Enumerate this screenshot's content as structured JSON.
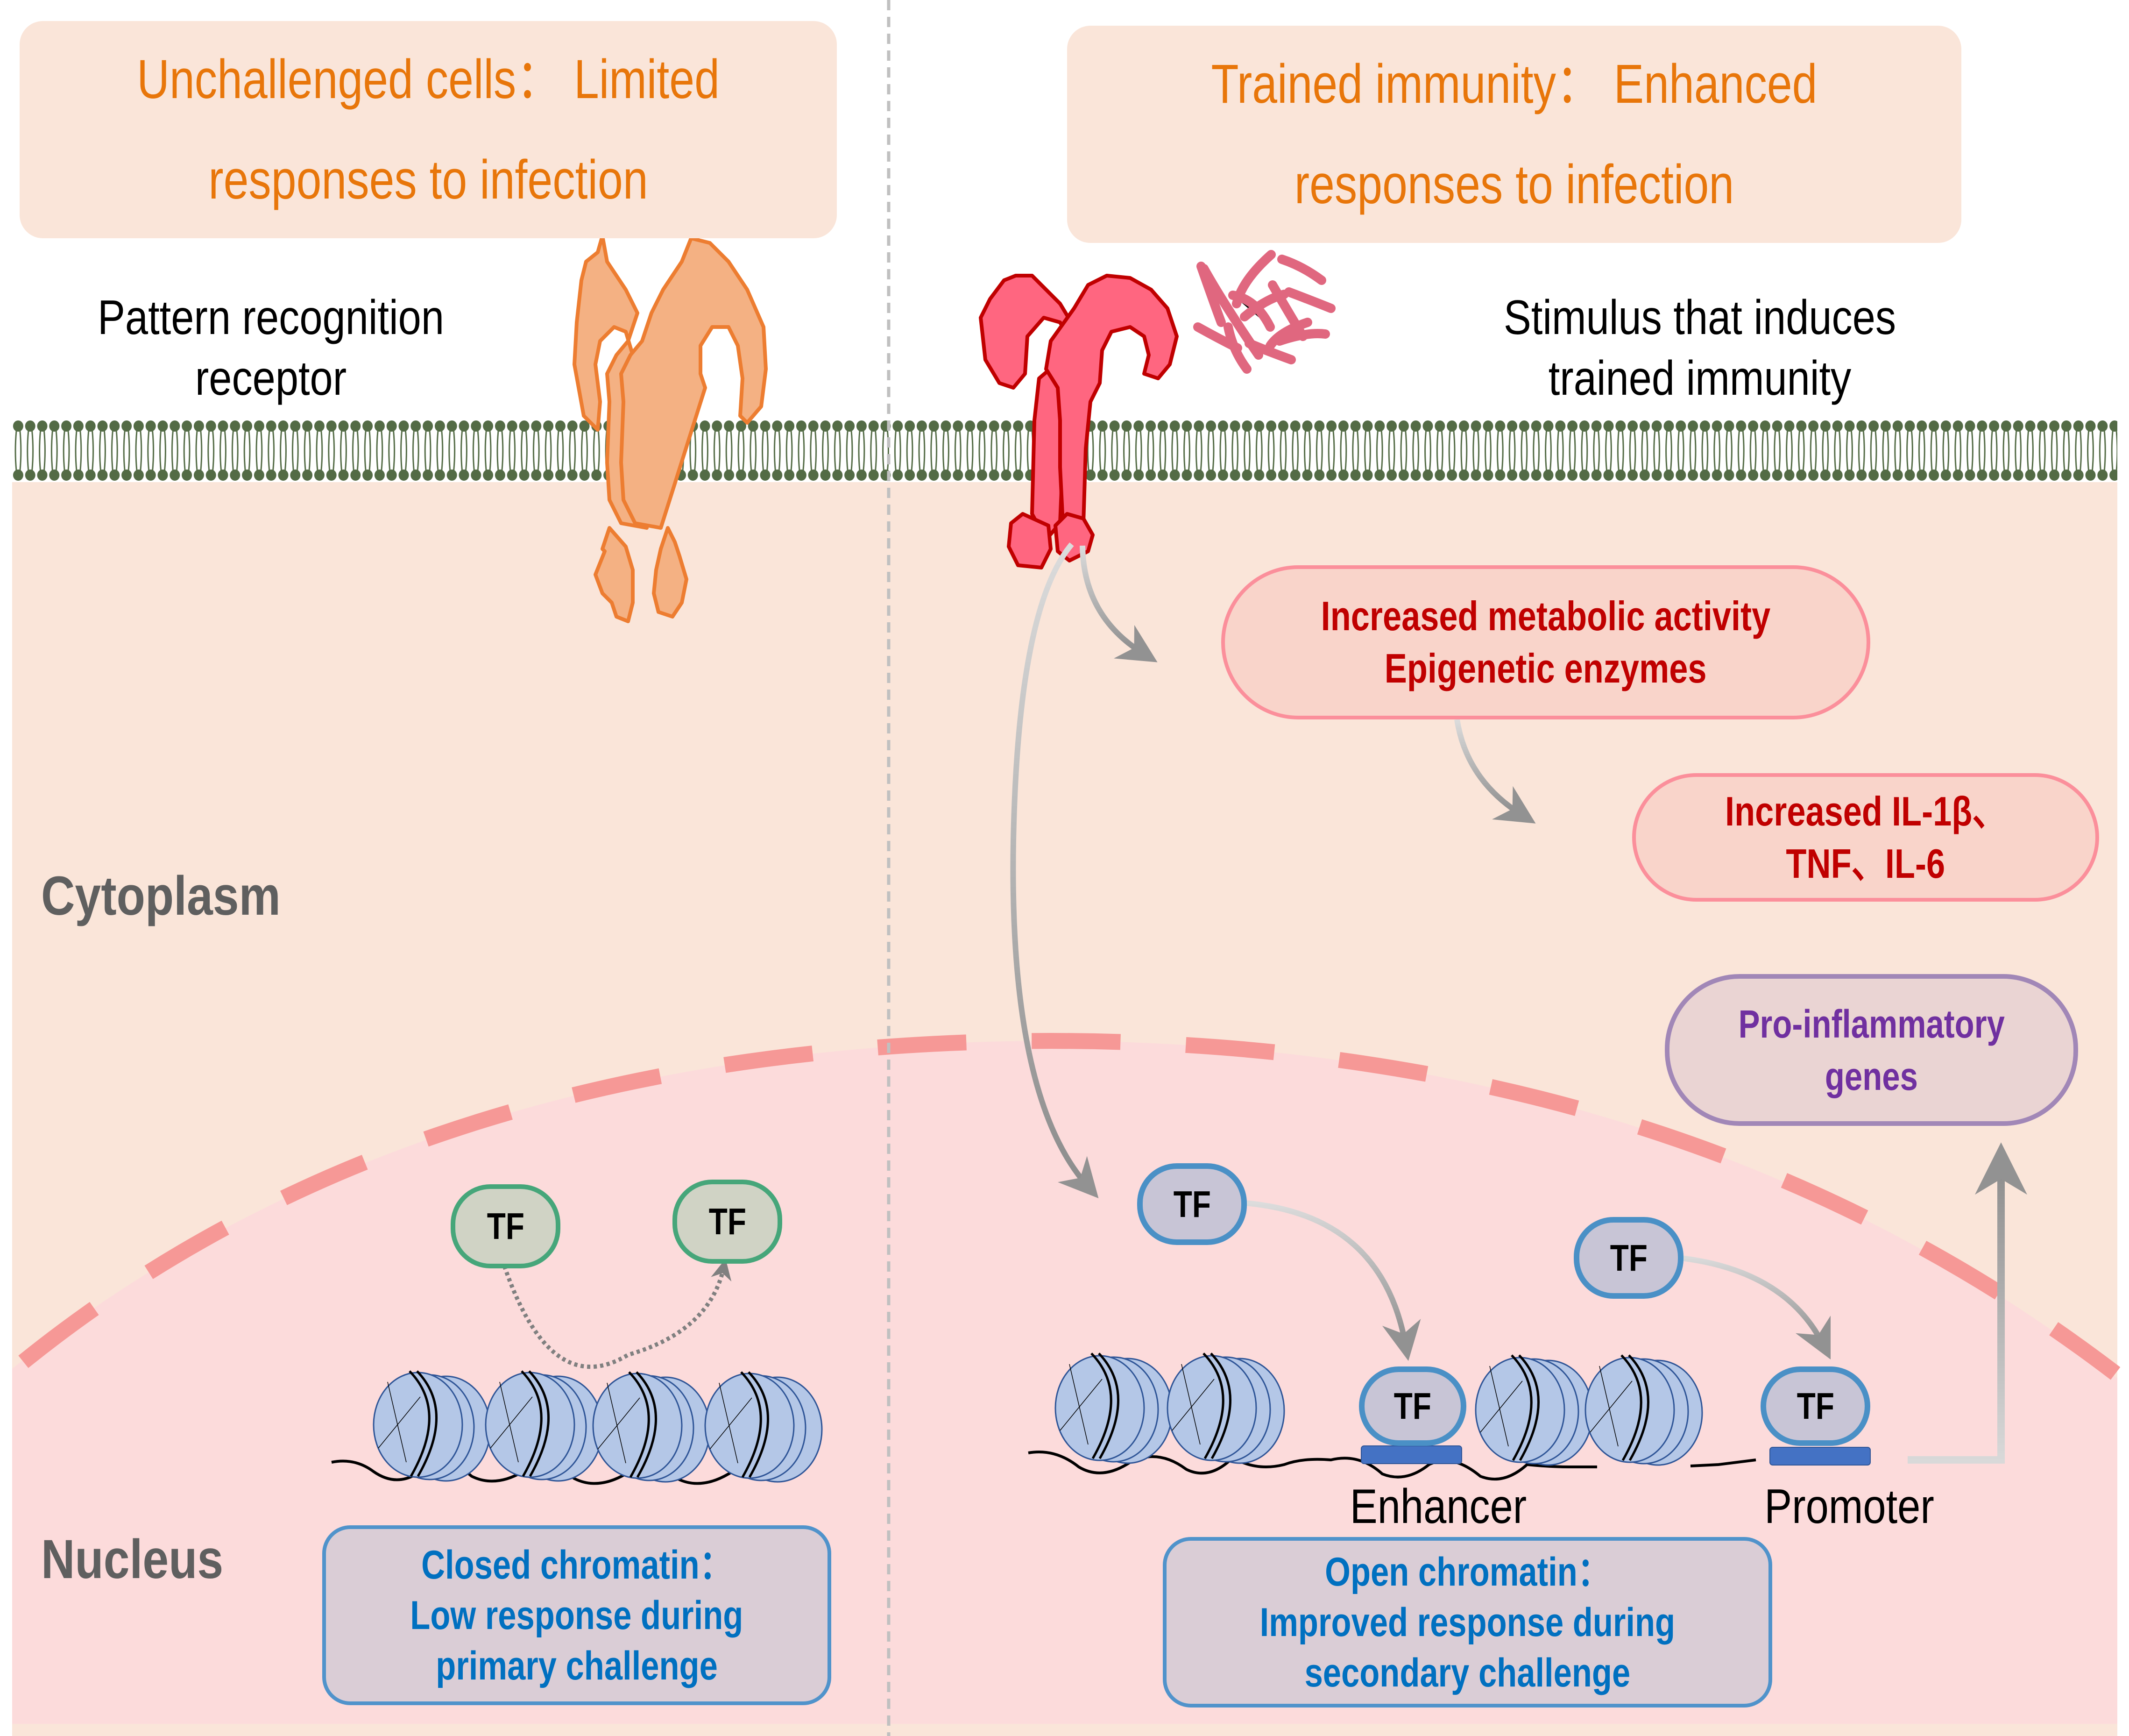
{
  "left_panel": {
    "header_line1": "Unchallenged cells： Limited",
    "header_line2": "responses to infection",
    "receptor_label_line1": "Pattern recognition",
    "receptor_label_line2": "receptor",
    "cytoplasm_label": "Cytoplasm",
    "nucleus_label": "Nucleus",
    "tf_labels": [
      "TF",
      "TF"
    ],
    "chromatin_box": {
      "line1": "Closed chromatin：",
      "line2": "Low response during",
      "line3": "primary challenge"
    }
  },
  "right_panel": {
    "header_line1": "Trained immunity： Enhanced",
    "header_line2": "responses to infection",
    "stimulus_label_line1": "Stimulus that induces",
    "stimulus_label_line2": "trained immunity",
    "metabolic_box": {
      "line1": "Increased metabolic activity",
      "line2": "Epigenetic enzymes"
    },
    "cytokine_box": {
      "line1": "Increased IL-1β、",
      "line2": "TNF、IL-6"
    },
    "genes_box": {
      "line1": "Pro-inflammatory",
      "line2": "genes"
    },
    "tf_labels": [
      "TF",
      "TF",
      "TF",
      "TF"
    ],
    "enhancer_label": "Enhancer",
    "promoter_label": "Promoter",
    "chromatin_box": {
      "line1": "Open chromatin：",
      "line2": "Improved response during",
      "line3": "secondary challenge"
    }
  },
  "colors": {
    "header_text": "#e8760a",
    "header_bg": "#fae5d9",
    "cytoplasm_bg": "#fae5d9",
    "nucleus_bg": "#fcdbdb",
    "nuclear_envelope": "#f69896",
    "membrane": "#536b45",
    "receptor_unchallenged_fill": "#f4b183",
    "receptor_unchallenged_stroke": "#ed7d31",
    "receptor_trained_fill": "#ff6680",
    "receptor_trained_stroke": "#c00000",
    "bacteria": "#e0677f",
    "red_text": "#c00000",
    "purple_text": "#7030a0",
    "blue_text": "#0070c0",
    "nucleosome": "#b4c7e7",
    "dna_site": "#4472c4"
  }
}
